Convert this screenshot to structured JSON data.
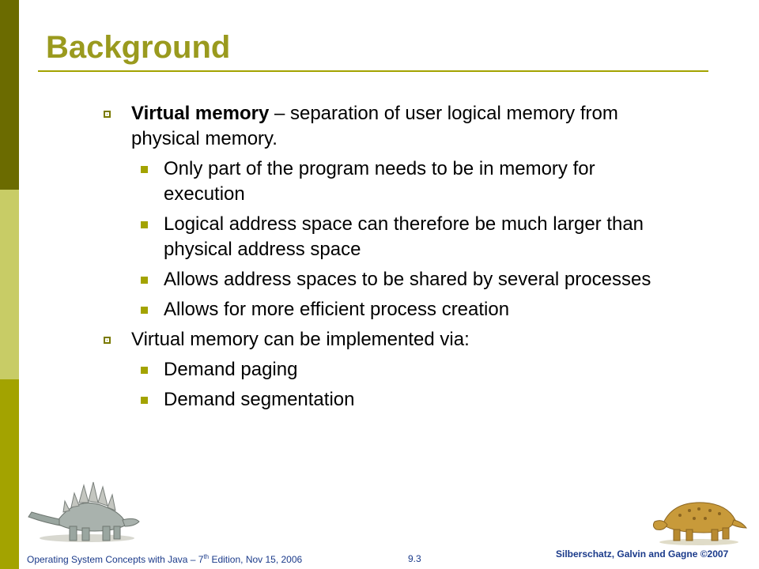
{
  "slide": {
    "title": "Background",
    "bullets": [
      {
        "level": 1,
        "bold": "Virtual memory",
        "text": " – separation of user logical memory from physical memory."
      },
      {
        "level": 2,
        "text": "Only part of the program needs to be in memory for execution"
      },
      {
        "level": 2,
        "text": "Logical address space can therefore be much larger than physical address space"
      },
      {
        "level": 2,
        "text": "Allows address spaces to be shared by several processes"
      },
      {
        "level": 2,
        "text": "Allows for more efficient process creation"
      },
      {
        "level": 1,
        "text": "Virtual memory can be implemented via:"
      },
      {
        "level": 2,
        "text": "Demand paging"
      },
      {
        "level": 2,
        "text": "Demand segmentation"
      }
    ]
  },
  "footer": {
    "left_pre": "Operating System Concepts with Java – 7",
    "left_sup": "th",
    "left_post": " Edition, Nov 15, 2006",
    "page": "9.3",
    "right": "Silberschatz, Galvin and Gagne ©2007"
  },
  "colors": {
    "title": "#9a9a1e",
    "accent": "#a3a300",
    "sidebar_dark": "#6b6b00",
    "sidebar_light": "#c8cc66",
    "footer_text": "#1a3a8a"
  },
  "icons": {
    "level1_bullet": "hollow-square-icon",
    "level2_bullet": "filled-square-icon",
    "left_image": "stegosaurus-illustration",
    "right_image": "ankylosaurus-illustration"
  }
}
